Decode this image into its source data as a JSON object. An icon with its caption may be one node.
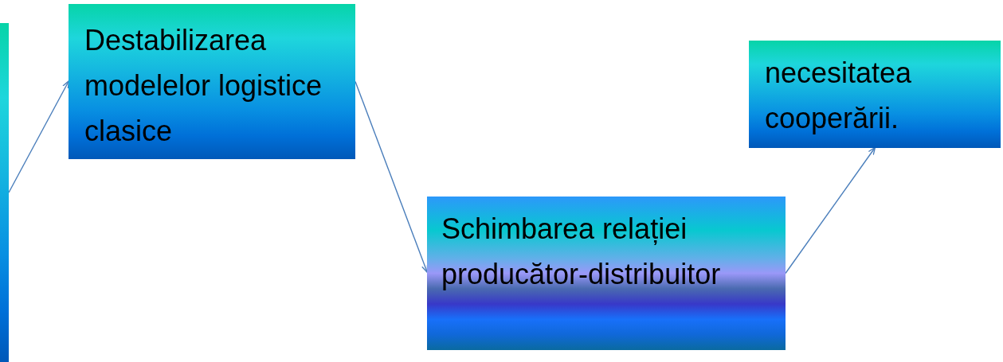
{
  "diagram": {
    "nodes": [
      {
        "text": [],
        "shape": "box"
      },
      {
        "text": [
          "Destabilizarea modelelor logistice clasice"
        ]
      },
      {
        "text": [
          "Schimbarea relației producător-distribuitor"
        ]
      },
      {
        "text": [
          "necesitatea cooperării."
        ]
      }
    ],
    "edges": [
      {
        "from": 0,
        "to": 1,
        "arrow": "to"
      },
      {
        "from": 1,
        "to": 2,
        "arrow": "to"
      },
      {
        "from": 2,
        "to": 3,
        "arrow": "to"
      }
    ]
  }
}
